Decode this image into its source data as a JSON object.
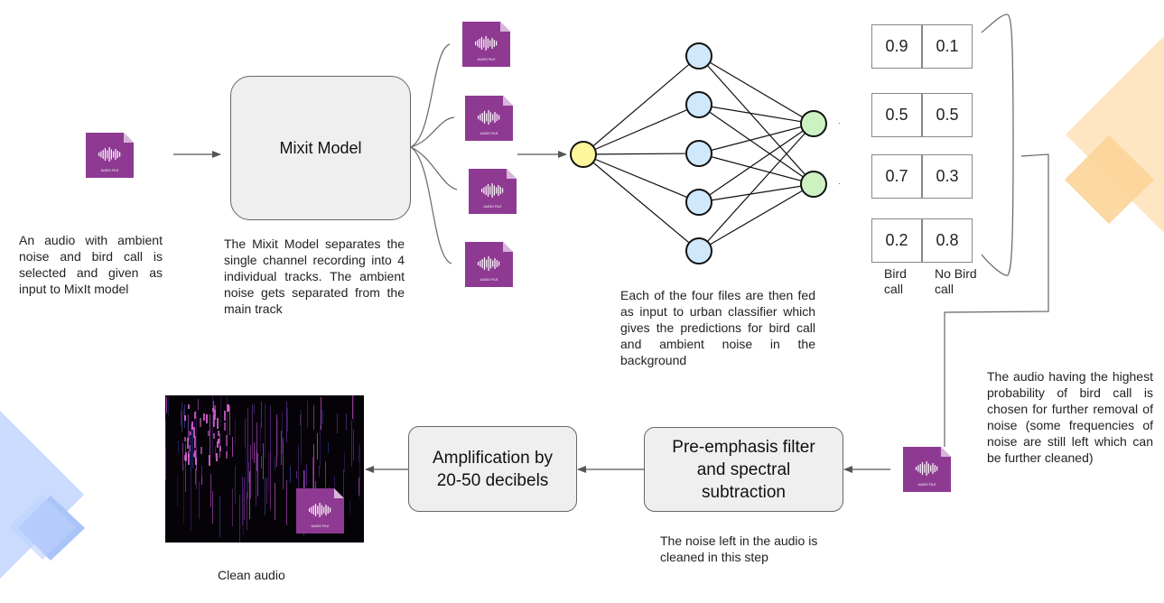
{
  "labels": {
    "mixit_model": "Mixit Model",
    "amplification": "Amplification by 20-50 decibels",
    "preemphasis": "Pre-emphasis filter and spectral subtraction",
    "audio_file_caption": "AUDIO FILE",
    "bird_call": "Bird call",
    "no_bird_call": "No Bird call"
  },
  "descriptions": {
    "input_audio": "An audio with ambient noise and bird call is selected and given as input to MixIt model",
    "mixit": "The Mixit Model separates the single channel recording into 4 individual tracks. The ambient noise gets separated from the main track",
    "classifier": "Each of the four files are then fed as input to urban classifier which gives the predictions for bird call and ambient noise in the background",
    "selection": "The audio having the highest probability of bird call is chosen for further removal of noise (some frequencies of noise are still left which can be further cleaned)",
    "noise_step": "The noise left in the audio is cleaned in this step",
    "clean_audio": "Clean audio"
  },
  "predictions": [
    {
      "bird": "0.9",
      "no_bird": "0.1"
    },
    {
      "bird": "0.5",
      "no_bird": "0.5"
    },
    {
      "bird": "0.7",
      "no_bird": "0.3"
    },
    {
      "bird": "0.2",
      "no_bird": "0.8"
    }
  ],
  "colors": {
    "audio_file": "#8e3a92",
    "node_input": "#fff59d",
    "node_hidden": "#cfe8fb",
    "node_output": "#ccf2c2",
    "deco_orange": "#fbd9a3",
    "deco_blue": "#c9dafc"
  }
}
